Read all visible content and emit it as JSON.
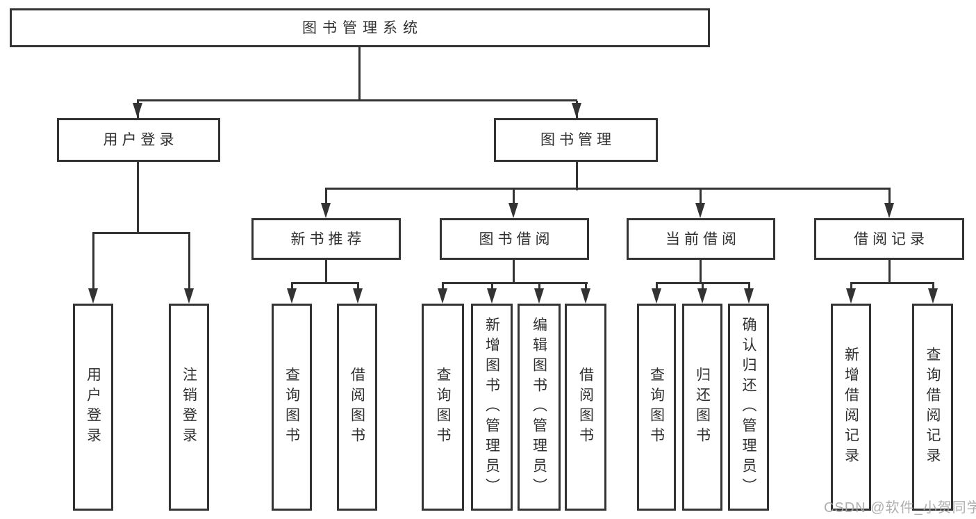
{
  "root": {
    "label": "图书管理系统"
  },
  "l2": {
    "login": {
      "label": "用户登录"
    },
    "mgmt": {
      "label": "图书管理"
    }
  },
  "l3": {
    "newbook": {
      "label": "新书推荐"
    },
    "borrow": {
      "label": "图书借阅"
    },
    "current": {
      "label": "当前借阅"
    },
    "records": {
      "label": "借阅记录"
    }
  },
  "leaves": {
    "login_user": {
      "label": "用户登录"
    },
    "login_logout": {
      "label": "注销登录"
    },
    "nb_query": {
      "label": "查询图书"
    },
    "nb_borrow": {
      "label": "借阅图书"
    },
    "bb_query": {
      "label": "查询图书"
    },
    "bb_add": {
      "label": "新增图书（管理员）"
    },
    "bb_edit": {
      "label": "编辑图书（管理员）"
    },
    "bb_borrow": {
      "label": "借阅图书"
    },
    "cb_query": {
      "label": "查询图书"
    },
    "cb_return": {
      "label": "归还图书"
    },
    "cb_confirm": {
      "label": "确认归还（管理员）"
    },
    "br_add": {
      "label": "新增借阅记录"
    },
    "br_query": {
      "label": "查询借阅记录"
    }
  },
  "watermark": {
    "text": "CSDN @软件_小贺同学"
  },
  "colors": {
    "line": "#333333",
    "text": "#2f2f2f",
    "watermark": "#a8a8a8",
    "background": "#ffffff"
  }
}
